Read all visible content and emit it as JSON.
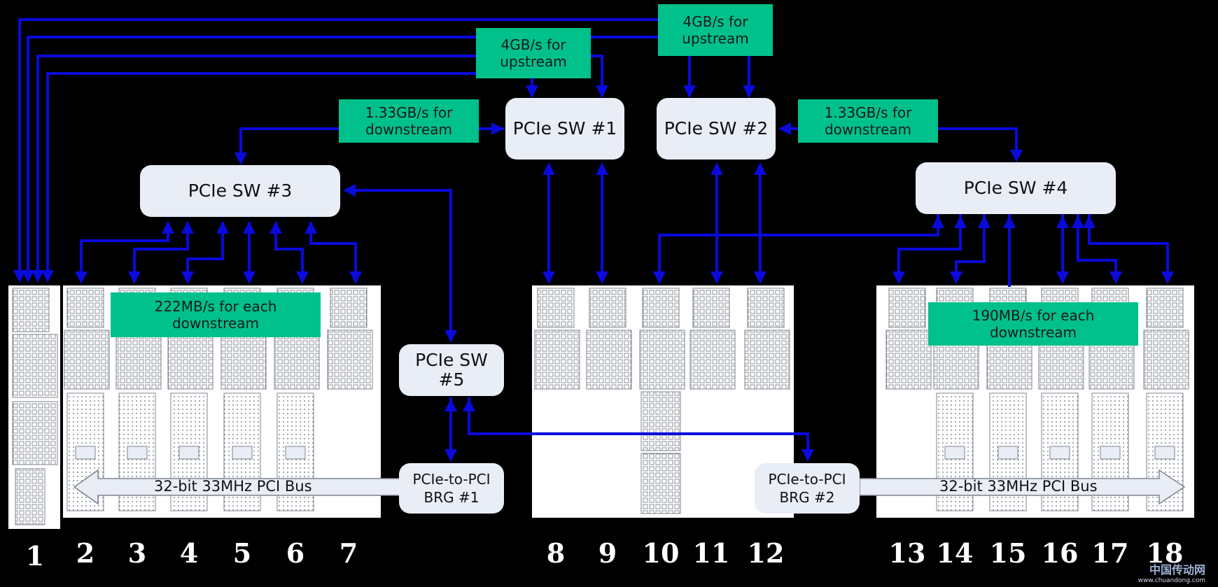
{
  "switches": {
    "sw1": "PCIe SW #1",
    "sw2": "PCIe SW #2",
    "sw3": "PCIe SW #3",
    "sw4": "PCIe SW #4",
    "sw5": "PCIe SW\n#5"
  },
  "bridges": {
    "brg1": "PCIe-to-PCI\nBRG #1",
    "brg2": "PCIe-to-PCI\nBRG #2"
  },
  "notes": {
    "upstream_left": "4GB/s for\nupstream",
    "upstream_right": "4GB/s for\nupstream",
    "downstream_left": "1.33GB/s for\ndownstream",
    "downstream_right": "1.33GB/s for\ndownstream",
    "each_left": "222MB/s for each\ndownstream",
    "each_right": "190MB/s for each\ndownstream"
  },
  "buses": {
    "left": "32-bit 33MHz PCI Bus",
    "right": "32-bit 33MHz PCI Bus"
  },
  "slots": [
    "1",
    "2",
    "3",
    "4",
    "5",
    "6",
    "7",
    "8",
    "9",
    "10",
    "11",
    "12",
    "13",
    "14",
    "15",
    "16",
    "17",
    "18"
  ],
  "watermark": {
    "mark": "中国传动网",
    "url": "www.chuandong.com"
  },
  "colors": {
    "wire": "#0a0adc",
    "note": "#00c08b",
    "node": "#e9edf6",
    "background": "#000000"
  }
}
